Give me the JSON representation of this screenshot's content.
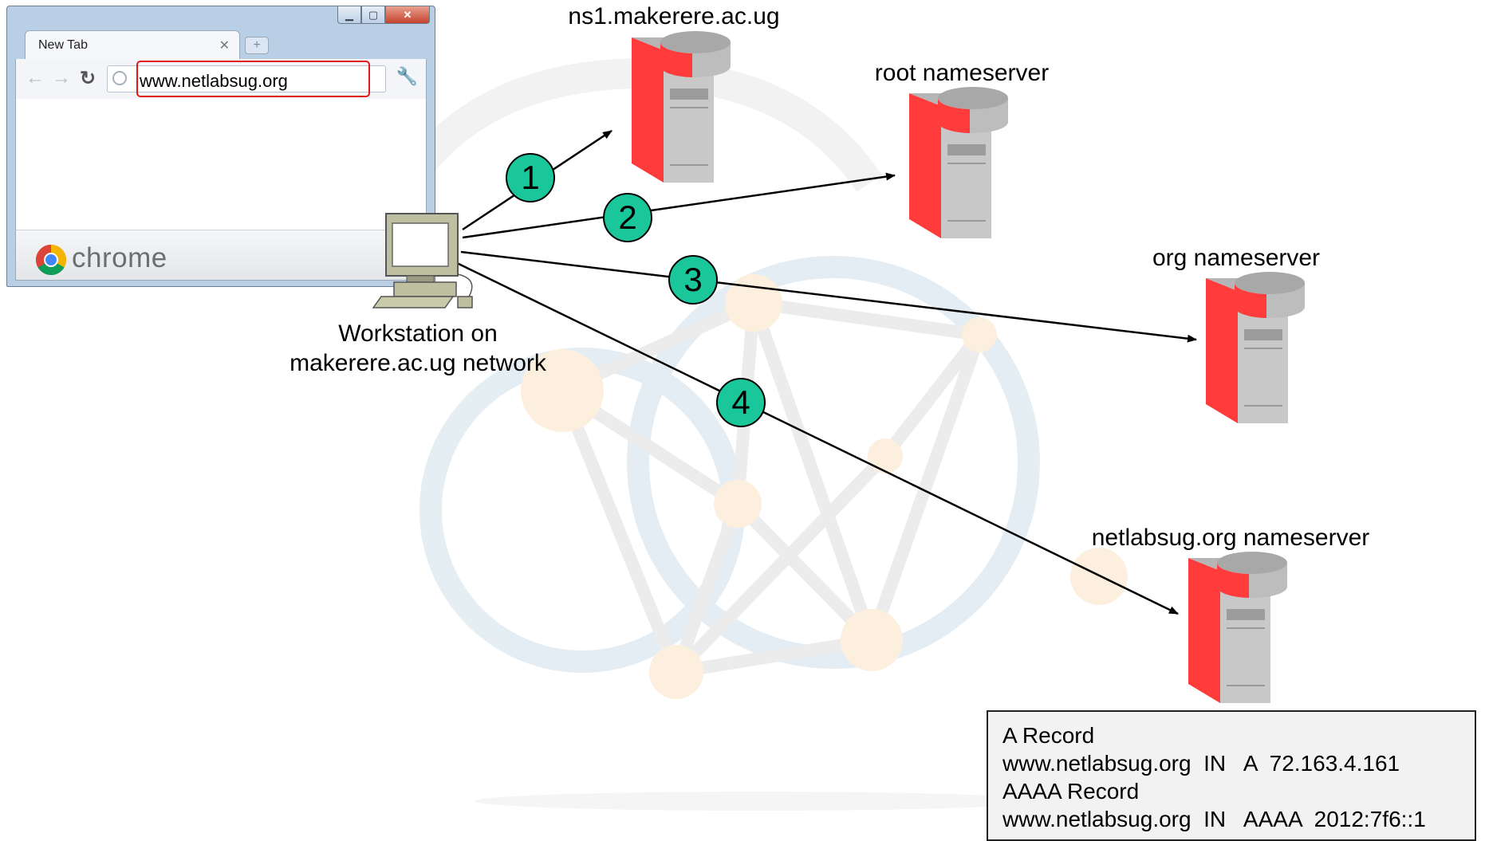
{
  "browser": {
    "tab_title": "New Tab",
    "tab_close_icon": "close-icon",
    "new_tab_icon": "plus-icon",
    "url": "www.netlabsug.org",
    "brand": "chrome",
    "window_controls": [
      "minimize-icon",
      "maximize-icon",
      "close-icon"
    ],
    "toolbar_icons": [
      "back-arrow-icon",
      "forward-arrow-icon",
      "reload-icon",
      "globe-icon",
      "wrench-icon"
    ],
    "highlight_color": "#e01a1a"
  },
  "workstation": {
    "label_line1": "Workstation on",
    "label_line2": "makerere.ac.ug network"
  },
  "servers": [
    {
      "label": "ns1.makerere.ac.ug"
    },
    {
      "label": "root nameserver"
    },
    {
      "label": "org nameserver"
    },
    {
      "label": "netlabsug.org nameserver"
    }
  ],
  "steps": [
    "1",
    "2",
    "3",
    "4"
  ],
  "record": {
    "lines": [
      "A Record",
      "www.netlabsug.org  IN   A  72.163.4.161",
      "AAAA Record",
      "www.netlabsug.org  IN   AAAA  2012:7f6::1"
    ]
  },
  "colors": {
    "step_fill": "#19c79a",
    "server_red": "#ff3b3b",
    "server_gray": "#c8c8c8",
    "background_ring": "#cfe0ea",
    "background_node": "#fde3c4"
  }
}
